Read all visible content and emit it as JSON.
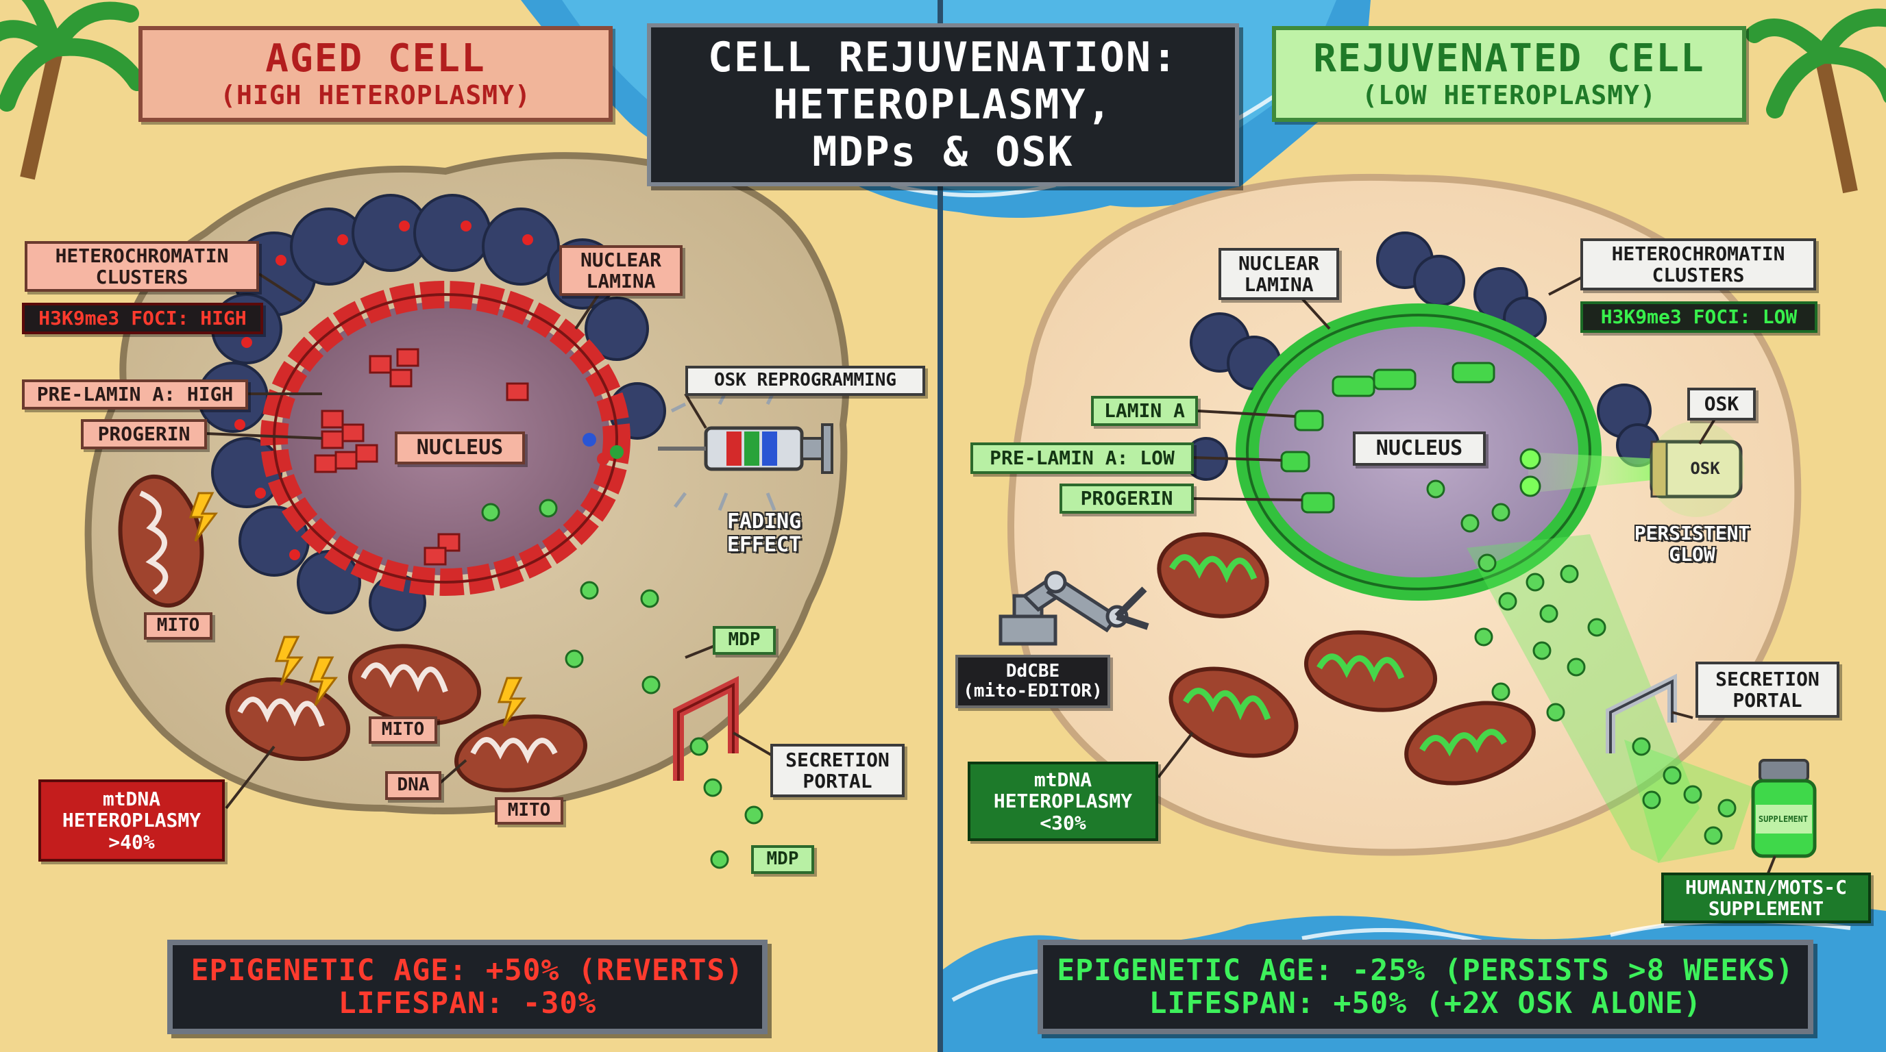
{
  "title": {
    "line1": "CELL REJUVENATION:",
    "line2": "HETEROPLASMY,",
    "line3": "MDPs & OSK"
  },
  "aged": {
    "header": "AGED CELL",
    "subheader": "(HIGH HETEROPLASMY)",
    "labels": {
      "heterochromatin": [
        "HETEROCHROMATIN",
        "CLUSTERS"
      ],
      "h3k9me3": "H3K9me3 FOCI: HIGH",
      "nuclear_lamina": [
        "NUCLEAR",
        "LAMINA"
      ],
      "pre_lamin": "PRE-LAMIN A: HIGH",
      "progerin": "PROGERIN",
      "nucleus": "NUCLEUS",
      "osk_reprogramming": "OSK REPROGRAMMING",
      "fading_effect": [
        "FADING",
        "EFFECT"
      ],
      "mito_1": "MITO",
      "mito_2": "MITO",
      "mito_3": "MITO",
      "dna": "DNA",
      "mdp_top": "MDP",
      "mdp_bottom": "MDP",
      "secretion_portal": [
        "SECRETION",
        "PORTAL"
      ],
      "mtdna": [
        "mtDNA",
        "HETEROPLASMY",
        ">40%"
      ]
    },
    "stats": {
      "line1": "EPIGENETIC AGE: +50% (REVERTS)",
      "line2": "LIFESPAN: -30%"
    }
  },
  "rejuvenated": {
    "header": "REJUVENATED CELL",
    "subheader": "(LOW HETEROPLASMY)",
    "labels": {
      "nuclear_lamina": [
        "NUCLEAR",
        "LAMINA"
      ],
      "heterochromatin": [
        "HETEROCHROMATIN",
        "CLUSTERS"
      ],
      "h3k9me3": "H3K9me3 FOCI: LOW",
      "lamin_a": "LAMIN A",
      "pre_lamin": "PRE-LAMIN A: LOW",
      "progerin": "PROGERIN",
      "nucleus": "NUCLEUS",
      "osk": "OSK",
      "osk_vial": "OSK",
      "persistent_glow": [
        "PERSISTENT",
        "GLOW"
      ],
      "ddcbe": [
        "DdCBE",
        "(mito-EDITOR)"
      ],
      "mtdna": [
        "mtDNA",
        "HETEROPLASMY",
        "<30%"
      ],
      "secretion_portal": [
        "SECRETION",
        "PORTAL"
      ],
      "supplement_jar": "SUPPLEMENT",
      "supplement": [
        "HUMANIN/MOTS-C",
        "SUPPLEMENT"
      ]
    },
    "stats": {
      "line1": "EPIGENETIC AGE: -25% (PERSISTS >8 WEEKS)",
      "line2": "LIFESPAN: +50% (+2X OSK ALONE)"
    }
  },
  "colors": {
    "sand": "#f2d78f",
    "ocean": "#3a9fd8",
    "aged_red": "#c41d1d",
    "rejuv_green": "#2fb63a",
    "glow_green": "#5cf25a",
    "panel_dark": "#1d2127"
  }
}
